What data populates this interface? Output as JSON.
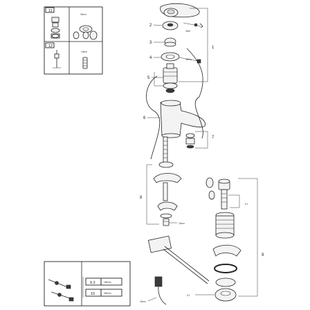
{
  "callouts": {
    "c1": "1",
    "c2": "2",
    "c3": "3",
    "c4": "4",
    "c5": "5",
    "c6": "6",
    "c7": "7",
    "c8": "8",
    "c9": "9",
    "c91": "9.1",
    "c92": "9.2"
  },
  "dims": {
    "d_3mm": "3mm",
    "d_32mm": "32mm",
    "d_13mm": "13mm",
    "d_19mm": "19mm"
  },
  "tool_table": {
    "r11_label": "11",
    "r11_dim": "32mm",
    "r12_label": "12",
    "r12_dim": "13mm"
  },
  "length_table": {
    "row1_code": "9.2",
    "row1_len": "180mm",
    "row2_code": "10",
    "row2_len": "350mm"
  },
  "colors": {
    "line": "#222222",
    "fill": "#f3f3f3"
  }
}
